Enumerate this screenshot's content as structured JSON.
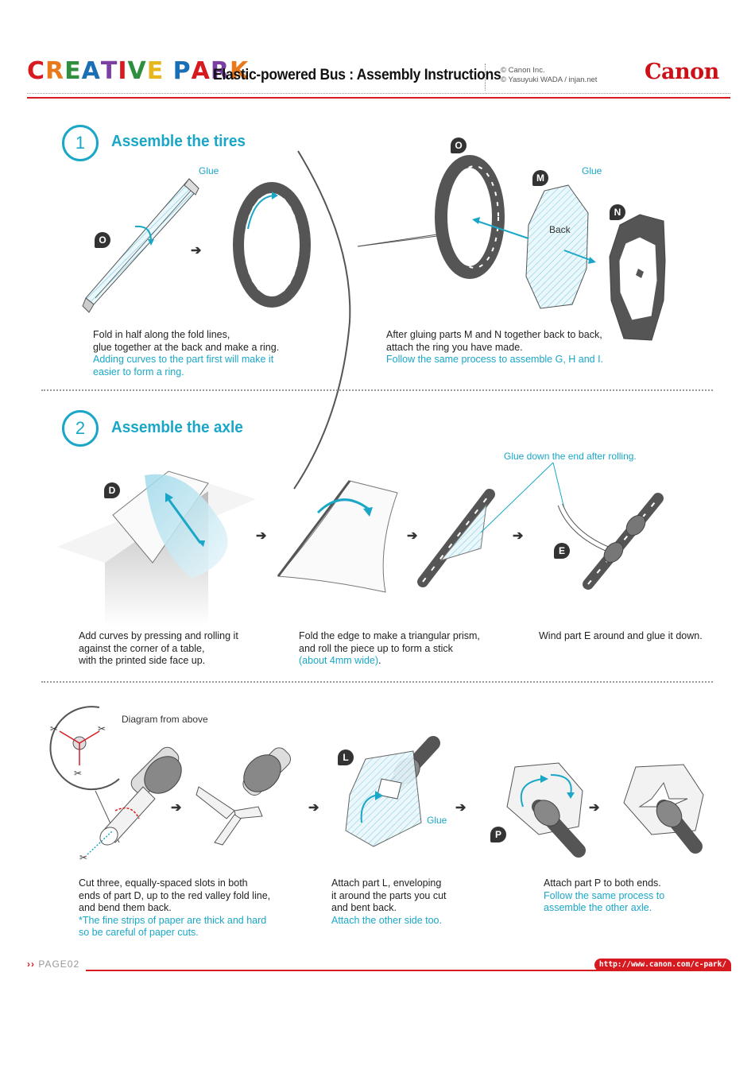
{
  "header": {
    "logo_text": "CREATIVE PARK",
    "logo_colors": [
      "#d61a20",
      "#e87a1d",
      "#2f8f3e",
      "#1a6fb5",
      "#7a3fa0",
      "#d61a20",
      "#2f8f3e",
      "#e8b61d",
      "#1a6fb5",
      "#d61a20",
      "#7a3fa0",
      "#e87a1d",
      "#2f8f3e"
    ],
    "title": "Elastic-powered Bus : Assembly Instructions",
    "copyright_1": "© Canon Inc.",
    "copyright_2": "© Yasuyuki WADA / injan.net",
    "brand": "Canon"
  },
  "colors": {
    "accent": "#1aa7c7",
    "brand_red": "#d61a20",
    "part_gray": "#555555"
  },
  "section1": {
    "number": "1",
    "title": "Assemble the tires",
    "labels": {
      "glue_left": "Glue",
      "glue_right": "Glue",
      "back": "Back",
      "part_o_left": "O",
      "part_o_right": "O",
      "part_m": "M",
      "part_n": "N"
    },
    "caption_left": {
      "line1": "Fold in half along the fold lines,",
      "line2": "glue together at the back and make a ring.",
      "note1": "Adding curves to the part first will make it",
      "note2": "easier to form a ring."
    },
    "caption_right": {
      "line1": "After gluing parts M and N together back to back,",
      "line2": "attach the ring you have made.",
      "note1": "Follow the same process to assemble G, H and I."
    }
  },
  "section2": {
    "number": "2",
    "title": "Assemble the axle",
    "labels": {
      "glue_end": "Glue down the end after rolling.",
      "part_d": "D",
      "part_e": "E"
    },
    "caption_1": {
      "line1": "Add curves by pressing and rolling it",
      "line2": "against the corner of a table,",
      "line3": "with the printed side face up."
    },
    "caption_2": {
      "line1": "Fold the edge to make a triangular prism,",
      "line2": "and roll the piece up to form a stick",
      "note": "(about 4mm wide)",
      "tail": "."
    },
    "caption_3": {
      "line1": "Wind part E around and glue it down."
    }
  },
  "section3": {
    "labels": {
      "diagram_above": "Diagram from above",
      "part_l": "L",
      "part_p": "P",
      "glue": "Glue"
    },
    "caption_1": {
      "line1": "Cut three, equally-spaced slots in both",
      "line2": "ends of part D, up to the red valley fold line,",
      "line3": "and bend them back.",
      "note1": "*The fine strips of paper are thick and hard",
      "note2": "so be careful of paper cuts."
    },
    "caption_2": {
      "line1": "Attach part L, enveloping",
      "line2": "it around the parts you cut",
      "line3": "and bent back.",
      "note1": "Attach the other side too."
    },
    "caption_3": {
      "line1": "Attach part P to both ends.",
      "note1": "Follow the same process to",
      "note2": "assemble the other axle."
    }
  },
  "footer": {
    "page_prefix": "››",
    "page": "PAGE02",
    "url": "http://www.canon.com/c-park/"
  }
}
